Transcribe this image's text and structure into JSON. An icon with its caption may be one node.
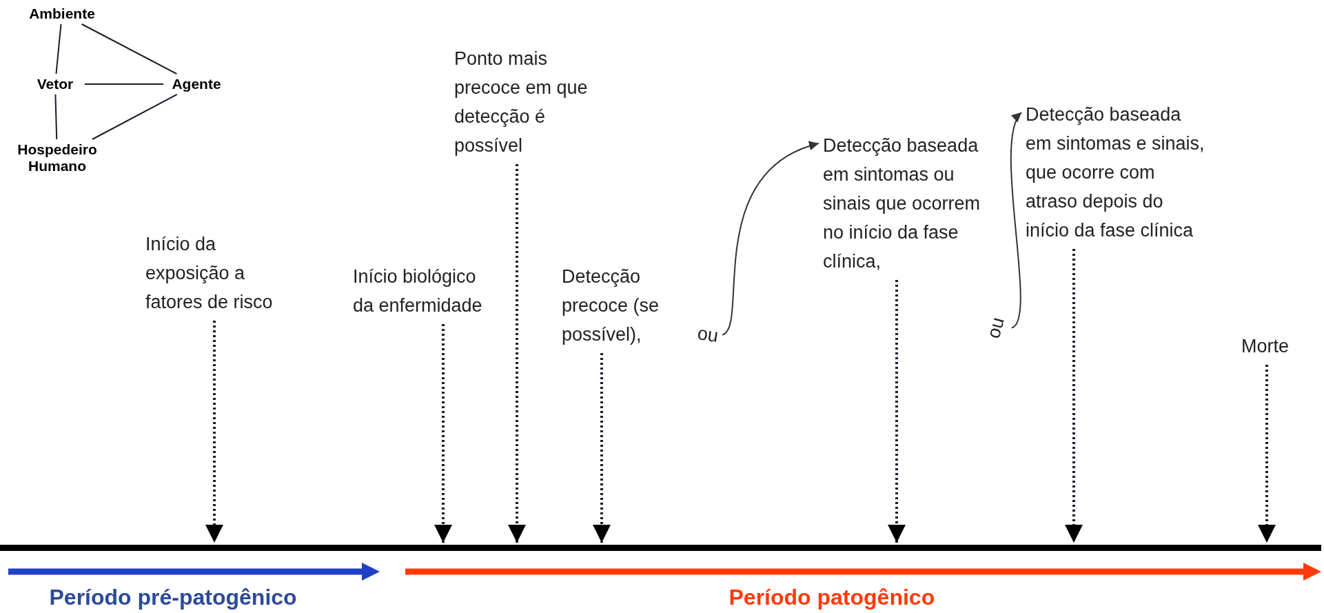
{
  "diagram": {
    "nodes": [
      {
        "text": [
          "Ambiente"
        ]
      },
      {
        "text": [
          "Vetor"
        ]
      },
      {
        "text": [
          "Agente"
        ]
      },
      {
        "text": [
          "Hospedeiro Humano"
        ]
      },
      {
        "text": [
          "Início da exposição a fatores de risco"
        ]
      },
      {
        "text": [
          "Início biológico da enfermidade"
        ]
      },
      {
        "text": [
          "Ponto mais precoce em que detecção é possível"
        ]
      },
      {
        "text": [
          "Detecção precoce (se possível),"
        ],
        "beside": [
          "ou"
        ]
      },
      {
        "text": [
          "Detecção baseada em sintomas ou sinais que ocorrem no início da fase clínica,"
        ],
        "beside": [
          "ou"
        ]
      },
      {
        "text": [
          "Detecção baseada em sintomas e sinais, que ocorre com atraso depois do início da fase clínica"
        ]
      },
      {
        "text": [
          "Morte"
        ]
      },
      {
        "text": [],
        "shape": "bar"
      }
    ],
    "edges": [
      {
        "from": 0,
        "to": 1,
        "arrow": "none"
      },
      {
        "from": 0,
        "to": 2,
        "arrow": "none"
      },
      {
        "from": 1,
        "to": 2,
        "arrow": "none"
      },
      {
        "from": 1,
        "to": 3,
        "arrow": "none"
      },
      {
        "from": 2,
        "to": 3,
        "arrow": "none"
      },
      {
        "from": 4,
        "to": 11,
        "arrow": "to",
        "style": "dashed"
      },
      {
        "from": 5,
        "to": 11,
        "arrow": "to",
        "style": "dashed"
      },
      {
        "from": 6,
        "to": 11,
        "arrow": "to",
        "style": "dashed"
      },
      {
        "from": 7,
        "to": 11,
        "arrow": "to",
        "style": "dashed"
      },
      {
        "from": 8,
        "to": 11,
        "arrow": "to",
        "style": "dashed"
      },
      {
        "from": 9,
        "to": 11,
        "arrow": "to",
        "style": "dashed"
      },
      {
        "from": 10,
        "to": 11,
        "arrow": "to",
        "style": "dashed"
      },
      {
        "from": 7,
        "to": 8,
        "arrow": "to"
      },
      {
        "from": 8,
        "to": 9,
        "arrow": "to"
      }
    ],
    "labels": [
      "Período pré-patogênico",
      "Período patogênico"
    ]
  }
}
